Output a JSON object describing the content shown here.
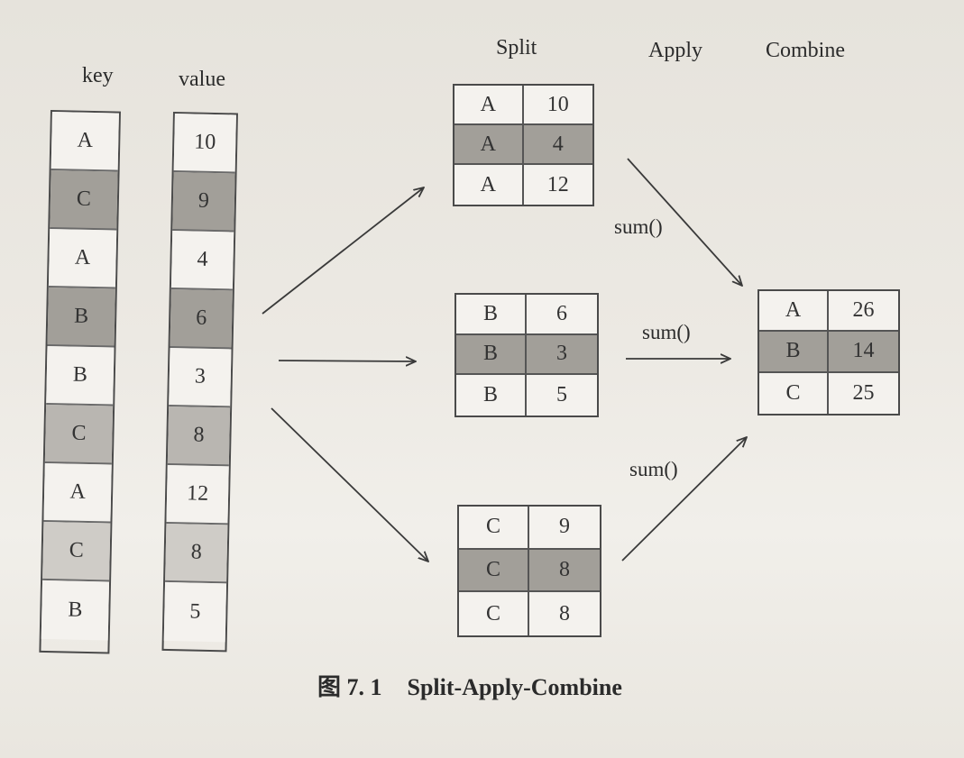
{
  "headers": {
    "key": "key",
    "value": "value",
    "split": "Split",
    "apply": "Apply",
    "combine": "Combine"
  },
  "keys": [
    {
      "text": "A",
      "shade": "none"
    },
    {
      "text": "C",
      "shade": "dark"
    },
    {
      "text": "A",
      "shade": "none"
    },
    {
      "text": "B",
      "shade": "dark"
    },
    {
      "text": "B",
      "shade": "none"
    },
    {
      "text": "C",
      "shade": "mid"
    },
    {
      "text": "A",
      "shade": "none"
    },
    {
      "text": "C",
      "shade": "light"
    },
    {
      "text": "B",
      "shade": "none"
    }
  ],
  "values": [
    {
      "text": "10",
      "shade": "none"
    },
    {
      "text": "9",
      "shade": "dark"
    },
    {
      "text": "4",
      "shade": "none"
    },
    {
      "text": "6",
      "shade": "dark"
    },
    {
      "text": "3",
      "shade": "none"
    },
    {
      "text": "8",
      "shade": "mid"
    },
    {
      "text": "12",
      "shade": "none"
    },
    {
      "text": "8",
      "shade": "light"
    },
    {
      "text": "5",
      "shade": "none"
    }
  ],
  "split_tables": [
    {
      "rows": [
        [
          "A",
          "10"
        ],
        [
          "A",
          "4"
        ],
        [
          "A",
          "12"
        ]
      ],
      "shaded_row": 1
    },
    {
      "rows": [
        [
          "B",
          "6"
        ],
        [
          "B",
          "3"
        ],
        [
          "B",
          "5"
        ]
      ],
      "shaded_row": 1
    },
    {
      "rows": [
        [
          "C",
          "9"
        ],
        [
          "C",
          "8"
        ],
        [
          "C",
          "8"
        ]
      ],
      "shaded_row": 1
    }
  ],
  "apply_labels": [
    "sum()",
    "sum()",
    "sum()"
  ],
  "combine_table": {
    "rows": [
      [
        "A",
        "26"
      ],
      [
        "B",
        "14"
      ],
      [
        "C",
        "25"
      ]
    ],
    "shaded_row": 1
  },
  "caption": {
    "figure_number": "图 7. 1",
    "title": "Split-Apply-Combine"
  },
  "colors": {
    "arrow": "#3a3a3a",
    "cell_dark": "#a29f99",
    "cell_light": "#f4f2ee"
  }
}
